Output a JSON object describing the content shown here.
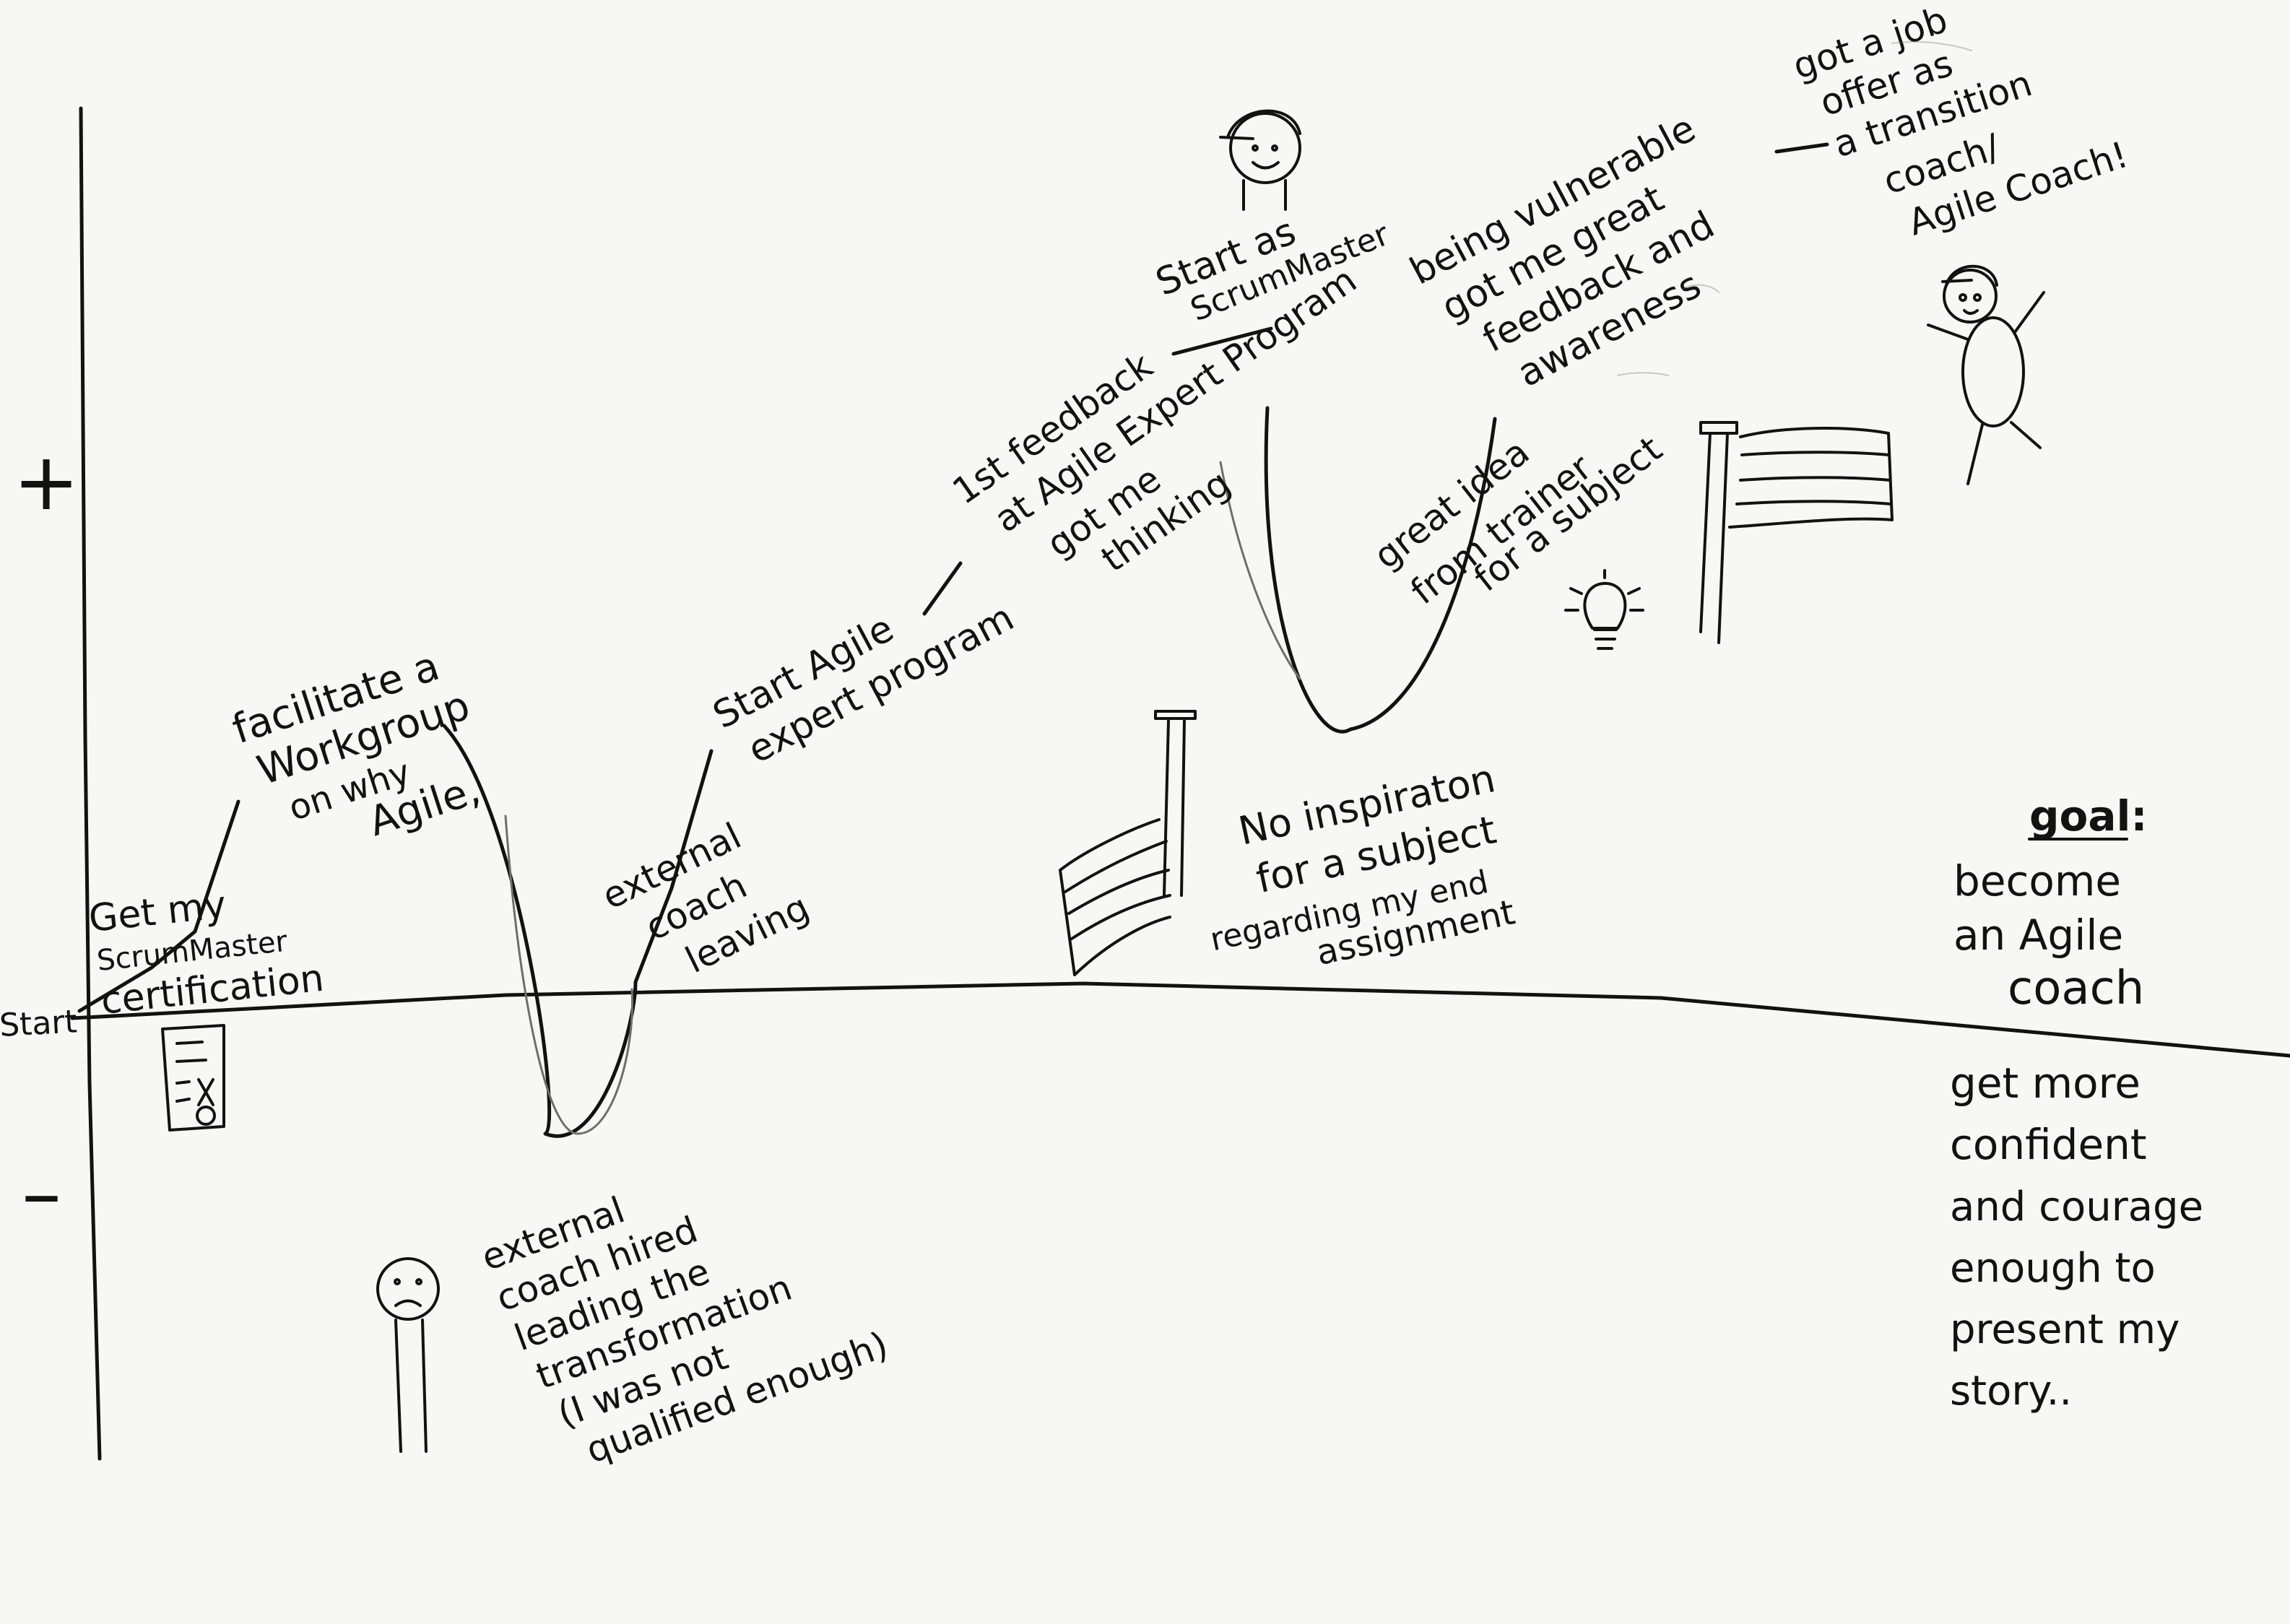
{
  "axis": {
    "plus": "+",
    "minus": "–",
    "start": "Start"
  },
  "notes": {
    "certification": [
      "Get my",
      "ScrumMaster",
      "certification"
    ],
    "workgroup": [
      "facilitate a",
      "Workgroup",
      "on why",
      "Agile,"
    ],
    "external_hired": [
      "external",
      "coach hired",
      "leading the",
      "transformation",
      "(I was not",
      "qualified enough)"
    ],
    "external_leaving": [
      "external",
      "coach",
      "leaving"
    ],
    "start_program": [
      "Start Agile",
      "expert program"
    ],
    "first_feedback": [
      "1st feedback",
      "at Agile Expert Program",
      "got me",
      "thinking"
    ],
    "scrum_master": [
      "Start as",
      "ScrumMaster"
    ],
    "no_inspiration": [
      "No inspiraton",
      "for a subject",
      "regarding my end",
      "assignment"
    ],
    "vulnerable": [
      "being vulnerable",
      "got me great",
      "feedback and",
      "awareness"
    ],
    "great_idea": [
      "great idea",
      "from trainer",
      "for a subject"
    ],
    "job_offer": [
      "got a job",
      "offer as",
      "a transition",
      "coach/",
      "Agile Coach!"
    ],
    "goal": [
      "goal:",
      "become",
      "an Agile",
      "coach"
    ],
    "confident": [
      "get more",
      "confident",
      "and courage",
      "enough to",
      "present my",
      "story.."
    ]
  },
  "icons": {
    "certificate": "certificate-icon",
    "sad_face": "sad-face-icon",
    "lowered_flag": "half-mast-flag-icon",
    "raised_flag": "raised-flag-icon",
    "lightbulb": "lightbulb-icon",
    "scrum_master_person": "person-with-cap-icon",
    "celebrating_person": "celebrating-person-icon"
  },
  "colors": {
    "ink": "#121212",
    "paper": "#f7f7f5"
  }
}
